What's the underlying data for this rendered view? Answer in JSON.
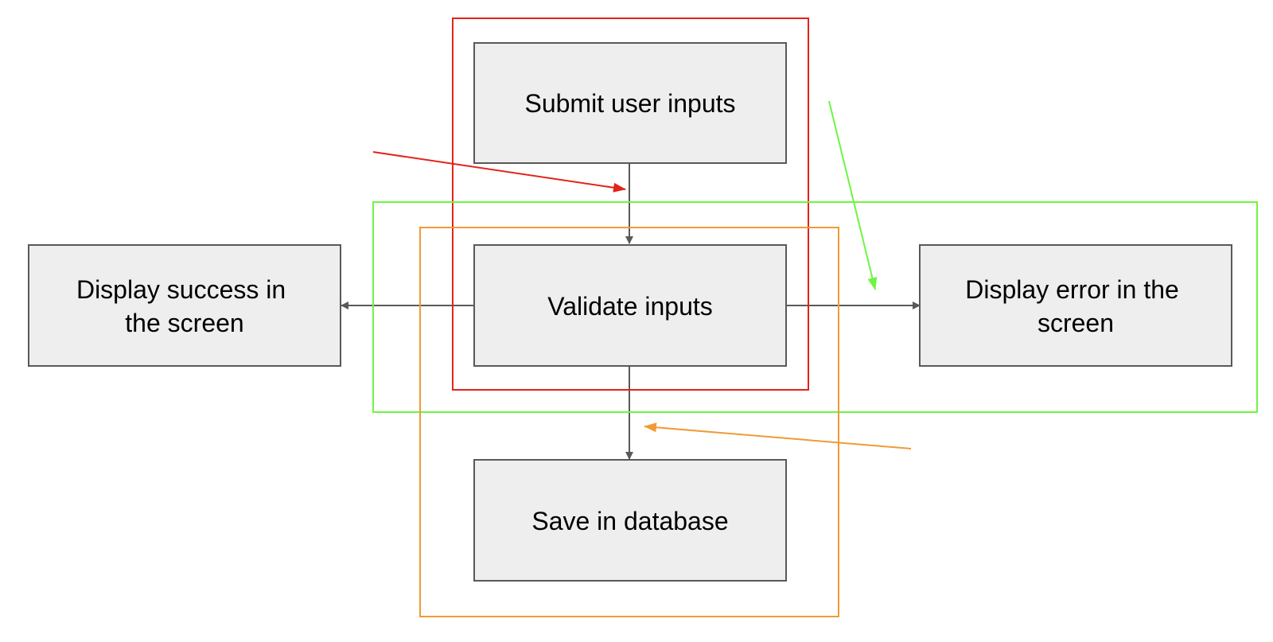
{
  "colors": {
    "node_fill": "#eeeeee",
    "node_stroke": "#595959",
    "connector": "#595959",
    "red": "#e2231a",
    "green": "#6ef542",
    "orange": "#f19a36"
  },
  "nodes": {
    "submit": {
      "lines": [
        "Submit user inputs"
      ]
    },
    "validate": {
      "lines": [
        "Validate inputs"
      ]
    },
    "success": {
      "lines": [
        "Display success in",
        "the screen"
      ]
    },
    "error": {
      "lines": [
        "Display error in the",
        "screen"
      ]
    },
    "save": {
      "lines": [
        "Save in database"
      ]
    }
  }
}
